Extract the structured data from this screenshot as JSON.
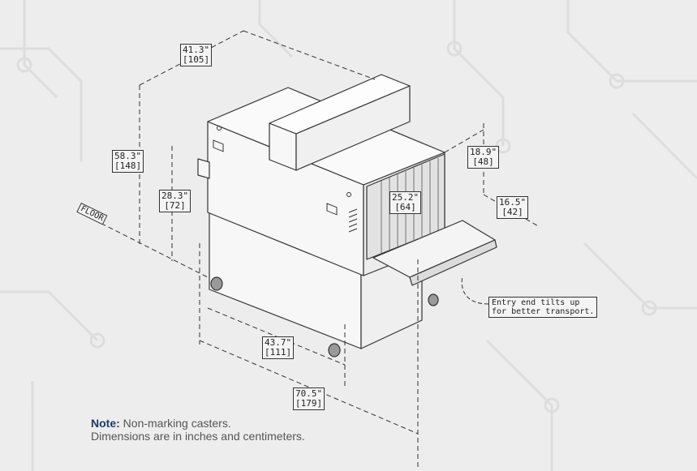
{
  "colors": {
    "background": "#ededed",
    "line": "#333333",
    "machine_face": "#f7f7f7",
    "note_accent": "#1f3a68"
  },
  "dimensions": {
    "top_depth": {
      "inches": "41.3\"",
      "cm": "[105]"
    },
    "total_height": {
      "inches": "58.3\"",
      "cm": "[148]"
    },
    "table_height": {
      "inches": "28.3\"",
      "cm": "[72]"
    },
    "tunnel_height": {
      "inches": "18.9\"",
      "cm": "[48]"
    },
    "tunnel_width": {
      "inches": "25.2\"",
      "cm": "[64]"
    },
    "conveyor_ext": {
      "inches": "16.5\"",
      "cm": "[42]"
    },
    "body_length": {
      "inches": "43.7\"",
      "cm": "[111]"
    },
    "total_length": {
      "inches": "70.5\"",
      "cm": "[179]"
    }
  },
  "floor_label": "FLOOR",
  "callout": {
    "line1": "Entry end tilts up",
    "line2": "for better transport."
  },
  "note": {
    "lead": "Note:",
    "line1": " Non-marking casters.",
    "line2": "Dimensions are in inches and centimeters."
  }
}
